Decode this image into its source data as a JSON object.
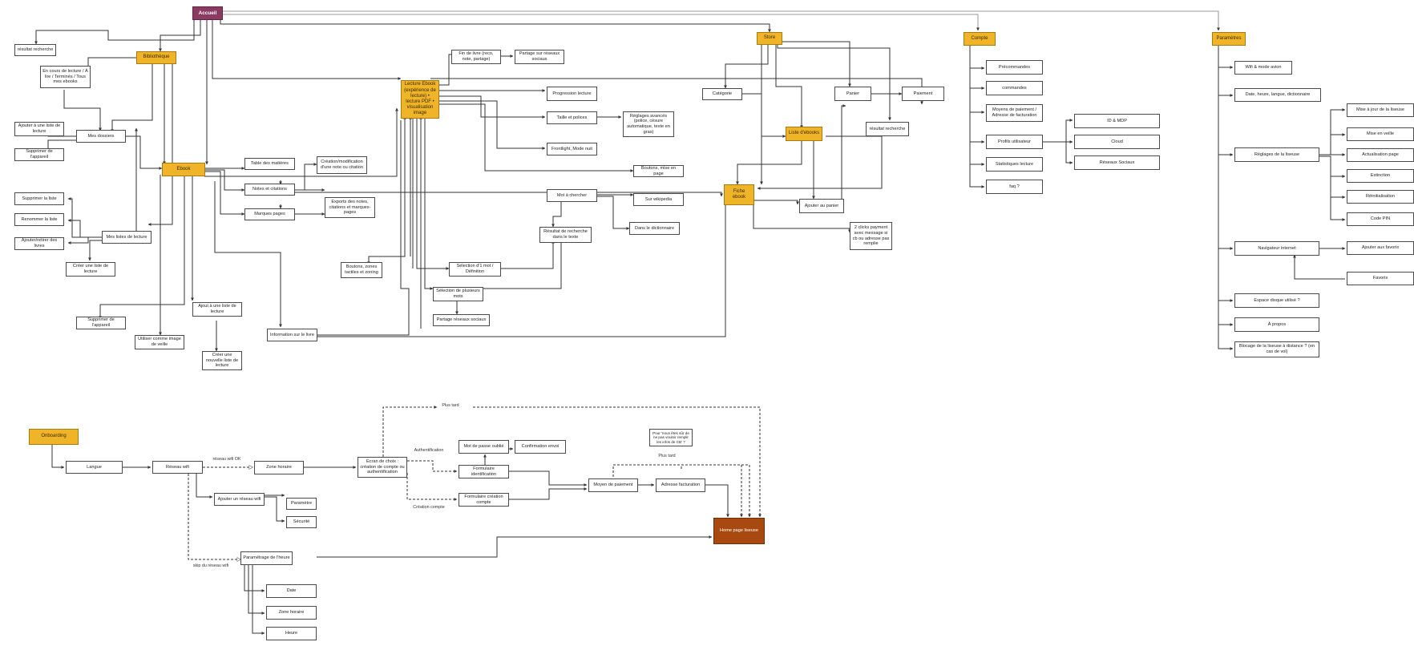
{
  "nodes": {
    "accueil": "Accueil",
    "bibliotheque": "Bibliothèque",
    "resultat_recherche_1": "résultat recherche",
    "en_cours": "En cours de lecture / À lire / Terminés / Tous mes ebooks",
    "mes_dossiers": "Mes dossiers",
    "ajouter_liste": "Ajouter à une liste de lecture",
    "supprimer_appareil_1": "Supprimer de l'appareil",
    "ebook": "Ebook",
    "supprimer_liste": "Supprimer la liste",
    "renommer_liste": "Renommer la liste",
    "ajouter_retirer": "Ajouter/retirer des livres",
    "mes_listes": "Mes listes de lecture",
    "creer_liste": "Créer une liste de lecture",
    "supprimer_appareil_2": "Supprimer de l'appareil",
    "utiliser_image": "Utiliser comme image de veille",
    "ajout_liste": "Ajout à une liste de lecture",
    "creer_nouvelle_liste": "Créer une nouvelle liste de lecture",
    "table_matieres": "Table des matières",
    "notes_citations": "Notes et citations",
    "marques_pages": "Marques pages",
    "creation_note": "Création/modification d'une note ou citation",
    "exports": "Exports des notes, citations et marques-pages",
    "lecture_ebook": "Lecture Ebook (expérience de lecture) • lecture PDF • visualisation image",
    "fin_livre": "Fin de livre (reco, note, partage)",
    "partage_reseaux_1": "Partage sur réseaux sociaux",
    "progression": "Progression lecture",
    "taille_polices": "Taille et polices",
    "reglages_avances": "Réglages avancés (police, césure automatique, texte en gras)",
    "frontlight": "Frontlight, Mode nuit",
    "boutons_mise_page": "Boutons, mise en page",
    "mot_chercher": "Mot à chercher",
    "sur_wikipedia": "Sur wikipedia",
    "dans_dictionnaire": "Dans le dictionnaire",
    "resultat_texte": "Résultat de recherche dans le texte",
    "selection_mot": "Sélection d'1 mot / Définition",
    "boutons_zones": "Boutons, zones tactiles et zoning",
    "selection_mots": "Sélection de plusieurs mots",
    "partage_reseaux_2": "Partage réseaux sociaux",
    "information_livre": "Information sur le livre",
    "store": "Store",
    "categorie": "Catégorie",
    "panier": "Panier",
    "paiement": "Paiement",
    "resultat_recherche_2": "résultat recherche",
    "liste_ebooks": "Liste d'ebooks",
    "fiche_ebook": "Fiche ebook",
    "ajouter_panier": "Ajouter au panier",
    "deux_clicks": "2 clicks payment avec message si cb ou adresse pas remplie",
    "compte": "Compte",
    "precommandes": "Précommandes",
    "commandes": "commandes",
    "moyens_paiement": "Moyens de paiement / Adresse de facturation",
    "profils": "Profils utilisateur",
    "id_mdp": "ID & MDP",
    "cloud": "Cloud",
    "reseaux_sociaux": "Réseaux Sociaux",
    "statistiques": "Statistiques lecture",
    "faq": "faq ?",
    "parametres": "Paramètres",
    "wifi_avion": "Wifi & mode avion",
    "date_heure": "Date, heure, langue, dictionnaire",
    "reglages_liseuse": "Réglages de la liseuse",
    "mise_jour": "Mise à jour de la liseuse",
    "mise_veille": "Mise en veille",
    "actualisation": "Actualisation page",
    "extinction": "Extinction",
    "reinitialisation": "Réinitialisation",
    "code_pin": "Code PIN",
    "navigateur": "Navigateur internet",
    "ajouter_favoris": "Ajouter aux favoris",
    "favoris": "Favoris",
    "espace_disque": "Espace disque utilisé ?",
    "a_propos": "À propos",
    "blocage": "Blocage de la liseuse à distance ? (en cas de vol)",
    "onboarding": "Onboarding",
    "langue": "Langue",
    "reseau_wifi": "Réseau wifi",
    "zone_horaire_1": "Zone horaire",
    "ajouter_reseau": "Ajouter un réseau wifi",
    "parametre": "Paramètre",
    "securite": "Sécurité",
    "ecran_choix": "Écran de choix : création de compte ou authentification",
    "mdp_oublie": "Mot de passe oublié",
    "confirmation_envoi": "Confirmation envoi",
    "formulaire_identification": "Formulaire identification",
    "formulaire_creation": "Formulaire création compte",
    "moyen_paiement": "Moyen de paiement",
    "adresse_facturation": "Adresse facturation",
    "home_page": "Home page liseuse",
    "note_cgv": "Pour 'nous êtes sûr de ne pas vouloir remplir les infos de CB' ?",
    "parametrage_heure": "Paramétrage de l'heure",
    "date": "Date",
    "zone_horaire_2": "Zone horaire",
    "heure": "Heure"
  },
  "edge_labels": {
    "plus_tard_1": "Plus tard",
    "reseau_wifi_ok": "réseau wifi OK",
    "authentification": "Authentification",
    "creation_compte": "Création compte",
    "plus_tard_2": "Plus tard",
    "skip_reseau": "skip du réseau wifi"
  },
  "colors": {
    "section": "#f0b429",
    "accueil": "#8b3a62",
    "home": "#a84a10",
    "line": "#333333"
  }
}
